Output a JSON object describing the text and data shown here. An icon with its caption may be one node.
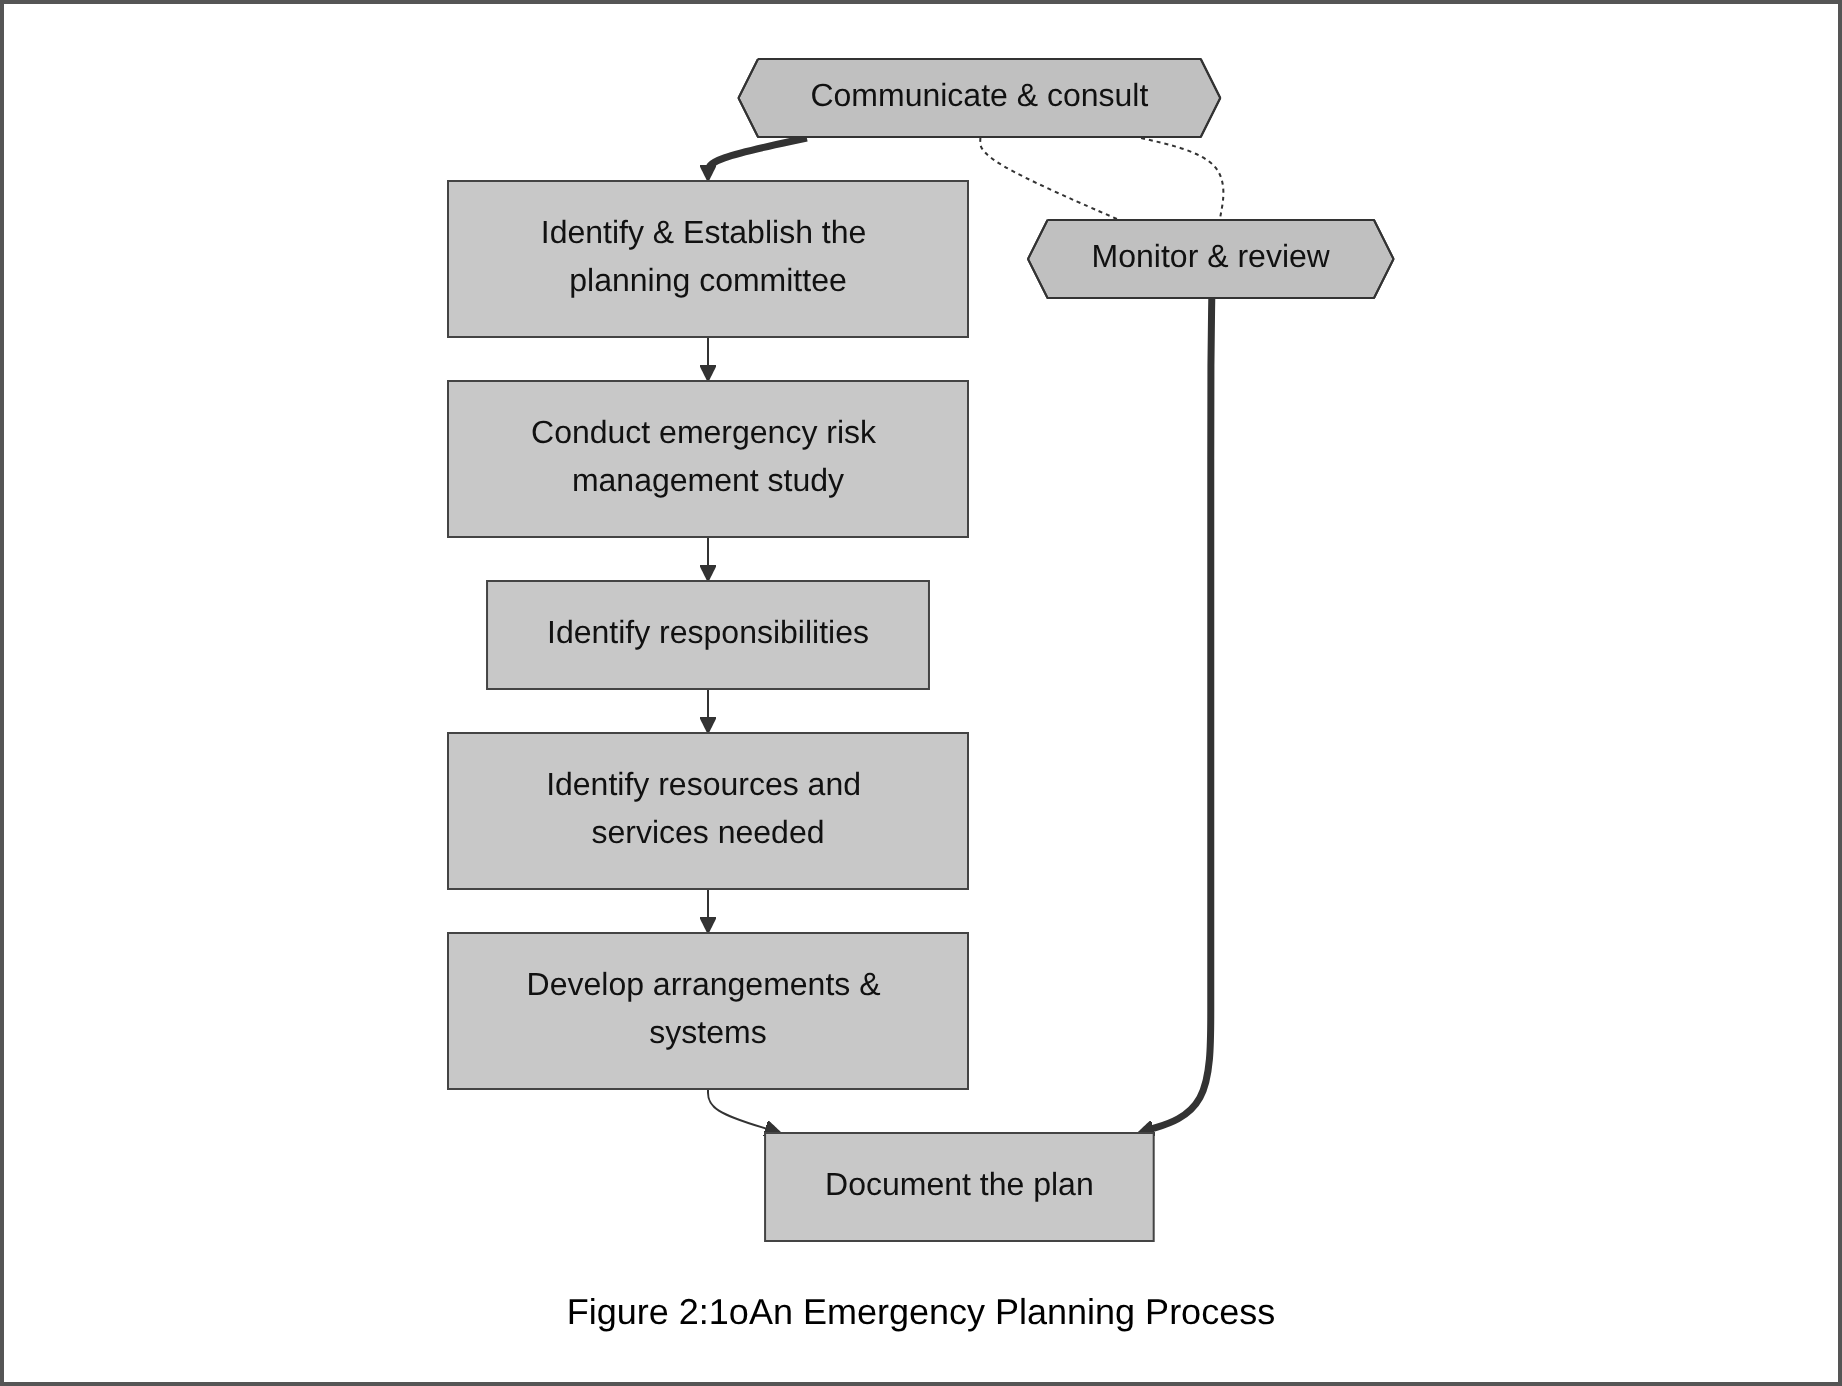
{
  "diagram": {
    "caption": "Figure 2:1oAn Emergency Planning Process",
    "nodes": [
      {
        "text": [
          "Communicate & consult"
        ]
      },
      {
        "text": [
          "Identify & Establish the planning committee"
        ]
      },
      {
        "text": [
          "Conduct emergency risk management study"
        ]
      },
      {
        "text": [
          "Identify responsibilities"
        ]
      },
      {
        "text": [
          "Identify resources and services needed"
        ]
      },
      {
        "text": [
          "Develop arrangements & systems"
        ]
      },
      {
        "text": [
          "Document the plan"
        ]
      },
      {
        "text": [
          "Monitor & review"
        ]
      }
    ],
    "edges": [
      {
        "from": 0,
        "to": 1,
        "arrow": "to",
        "style": "thick"
      },
      {
        "from": 1,
        "to": 2,
        "arrow": "to"
      },
      {
        "from": 2,
        "to": 3,
        "arrow": "to"
      },
      {
        "from": 3,
        "to": 4,
        "arrow": "to"
      },
      {
        "from": 4,
        "to": 5,
        "arrow": "to"
      },
      {
        "from": 5,
        "to": 6,
        "arrow": "to"
      },
      {
        "from": 7,
        "to": 6,
        "arrow": "to",
        "style": "thick"
      },
      {
        "from": 0,
        "to": 7,
        "arrow": "none",
        "style": "dashed"
      },
      {
        "from": 0,
        "to": 7,
        "arrow": "none",
        "style": "dashed"
      }
    ]
  }
}
